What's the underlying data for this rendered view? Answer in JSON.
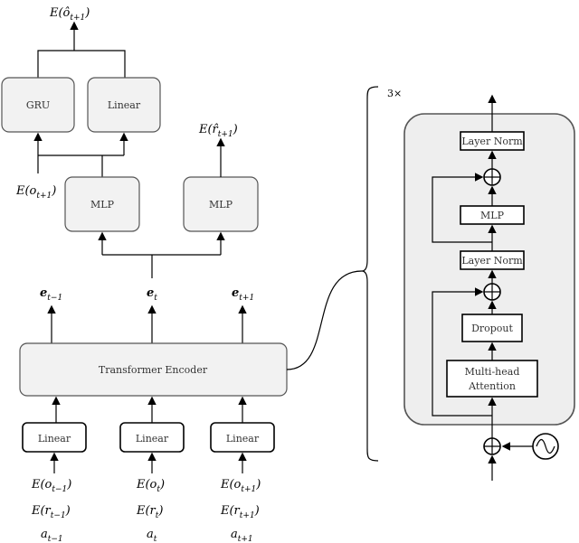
{
  "colors": {
    "box_fill": "#f2f2f2",
    "box_stroke": "#555555",
    "block_bg": "#eeeeee",
    "line": "#000000"
  },
  "labels": {
    "gru": "GRU",
    "linear_top": "Linear",
    "mlp_left": "MLP",
    "mlp_right": "MLP",
    "transformer_encoder": "Transformer Encoder",
    "linear_in_1": "Linear",
    "linear_in_2": "Linear",
    "linear_in_3": "Linear",
    "layer_norm_top": "Layer Norm",
    "mlp_block": "MLP",
    "layer_norm_mid": "Layer Norm",
    "dropout": "Dropout",
    "multihead_line1": "Multi-head",
    "multihead_line2": "Attention",
    "repeat": "3×"
  },
  "math": {
    "out_obs": "E(ô",
    "out_obs_sub": "t+1",
    "out_rew": "E(r̂",
    "out_rew_sub": "t+1",
    "obs_in": "E(o",
    "obs_in_sub": "t+1",
    "e_prev": "e",
    "e_prev_sub": "t−1",
    "e_cur": "e",
    "e_cur_sub": "t",
    "e_next": "e",
    "e_next_sub": "t+1",
    "inputs": [
      {
        "obs": "E(o",
        "obs_sub": "t−1",
        "rew": "E(r",
        "rew_sub": "t−1",
        "act": "a",
        "act_sub": "t−1"
      },
      {
        "obs": "E(o",
        "obs_sub": "t",
        "rew": "E(r",
        "rew_sub": "t",
        "act": "a",
        "act_sub": "t"
      },
      {
        "obs": "E(o",
        "obs_sub": "t+1",
        "rew": "E(r",
        "rew_sub": "t+1",
        "act": "a",
        "act_sub": "t+1"
      }
    ]
  }
}
